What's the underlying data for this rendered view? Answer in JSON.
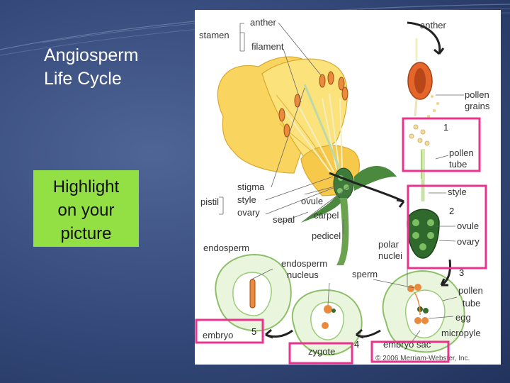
{
  "slide": {
    "title": "Angiosperm Life Cycle",
    "title_lines": [
      "Angiosperm",
      "Life Cycle"
    ],
    "note_lines": [
      "Highlight",
      "on your",
      "picture"
    ],
    "note_color": "#93e044",
    "highlight_color": "#e8348c"
  },
  "diagram": {
    "labels": {
      "anther": "anther",
      "stamen": "stamen",
      "filament": "filament",
      "anther_right": "anther",
      "pollen_grains": "pollen grains",
      "pollen_grains_l1": "pollen",
      "pollen_grains_l2": "grains",
      "pollen_tube_top_l1": "pollen",
      "pollen_tube_top_l2": "tube",
      "stigma": "stigma",
      "pistil": "pistil",
      "style": "style",
      "ovary": "ovary",
      "ovule": "ovule",
      "sepal": "sepal",
      "carpel": "carpel",
      "pedicel": "pedicel",
      "style_right": "style",
      "ovule_right": "ovule",
      "ovary_right": "ovary",
      "polar_nuclei_l1": "polar",
      "polar_nuclei_l2": "nuclei",
      "endosperm": "endosperm",
      "endosperm_nucleus_l1": "endosperm",
      "endosperm_nucleus_l2": "nucleus",
      "sperm": "sperm",
      "pollen_tube_bottom_l1": "pollen",
      "pollen_tube_bottom_l2": "tube",
      "egg": "egg",
      "micropyle": "micropyle",
      "embryo_sac": "embryo sac",
      "embryo": "embryo",
      "zygote": "zygote"
    },
    "step_numbers": [
      "1",
      "2",
      "3",
      "4",
      "5"
    ],
    "copyright": "© 2006 Merriam-Webster, Inc."
  }
}
